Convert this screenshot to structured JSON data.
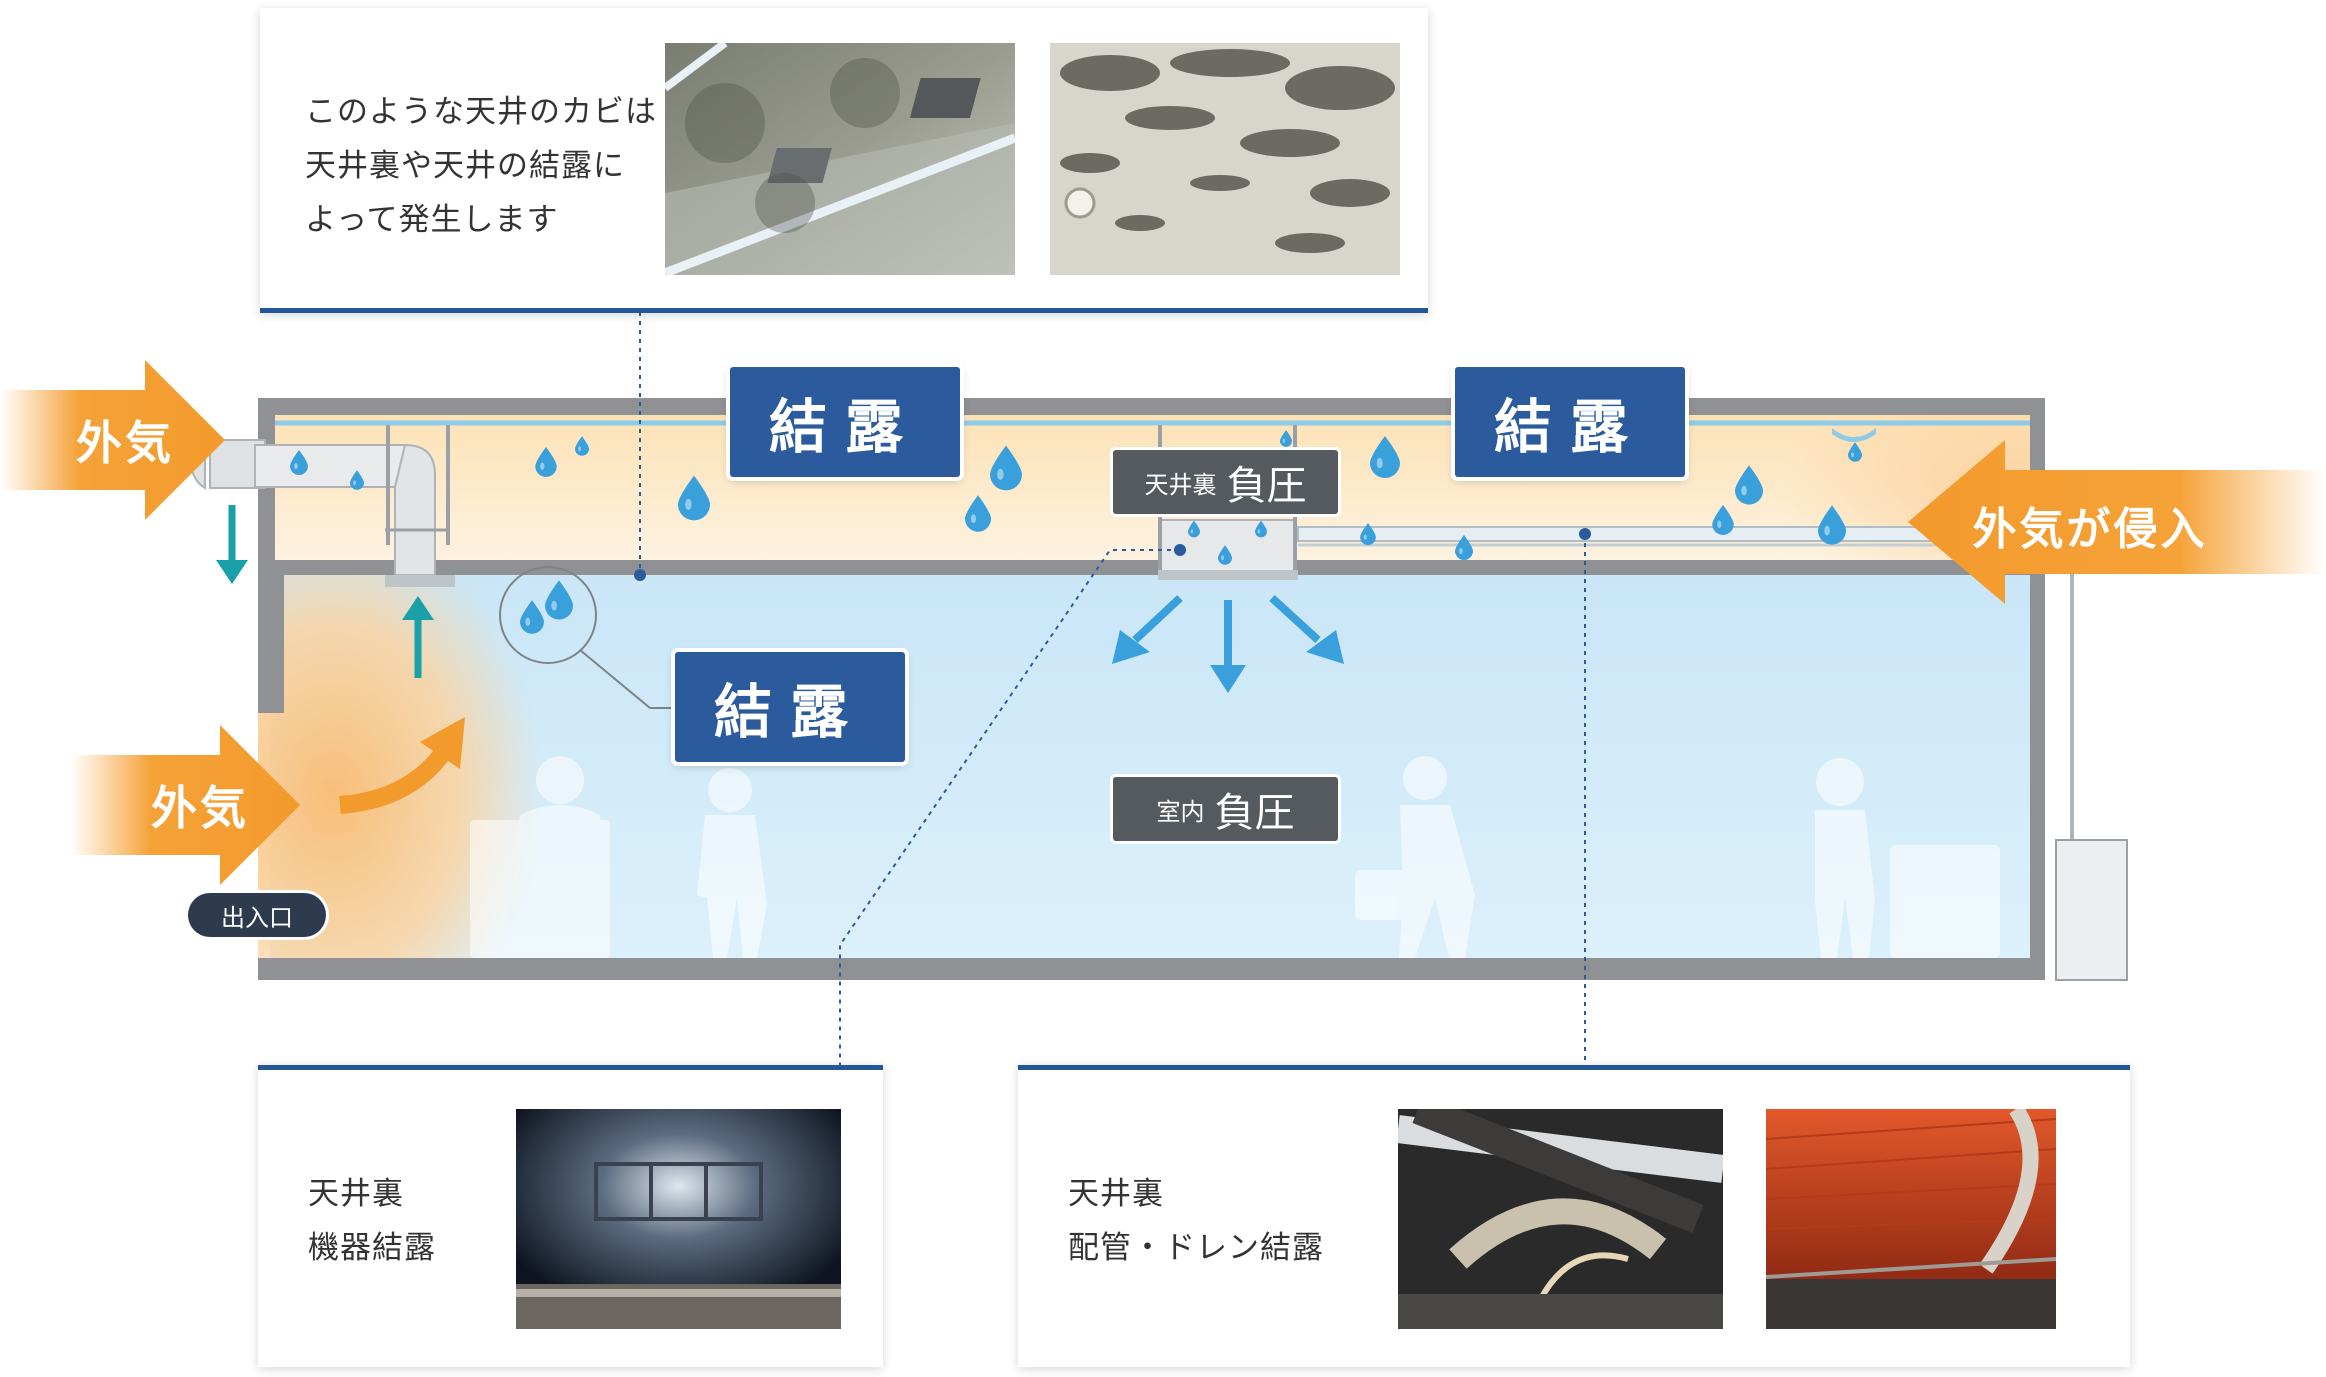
{
  "top_card": {
    "text": "このような天井のカビは\n天井裏や天井の結露に\nよって発生します",
    "photos": [
      "moldy-ceiling-vent-photo",
      "moldy-ceiling-spots-photo"
    ]
  },
  "tags": {
    "condensation_1": "結露",
    "condensation_2": "結露",
    "condensation_3": "結露"
  },
  "pressure": {
    "ceiling_small": "天井裏",
    "ceiling_big": "負圧",
    "room_small": "室内",
    "room_big": "負圧"
  },
  "arrows": {
    "outside_air_top": "外気",
    "outside_air_bottom": "外気",
    "outside_air_intrusion": "外気が侵入"
  },
  "entrance": "出入口",
  "bottom_left_card": {
    "text": "天井裏\n機器結露",
    "photos": [
      "equipment-condensation-photo"
    ]
  },
  "bottom_right_card": {
    "text": "天井裏\n配管・ドレン結露",
    "photos": [
      "pipe-condensation-photo",
      "drain-condensation-photo"
    ]
  },
  "colors": {
    "brand_blue": "#2b5b9c",
    "orange": "#f4a23a",
    "room_blue": "#cfe8f7",
    "wall_gray": "#8f9194",
    "water_drop": "#3aa0dc",
    "teal_arrow": "#1aa0a8"
  }
}
